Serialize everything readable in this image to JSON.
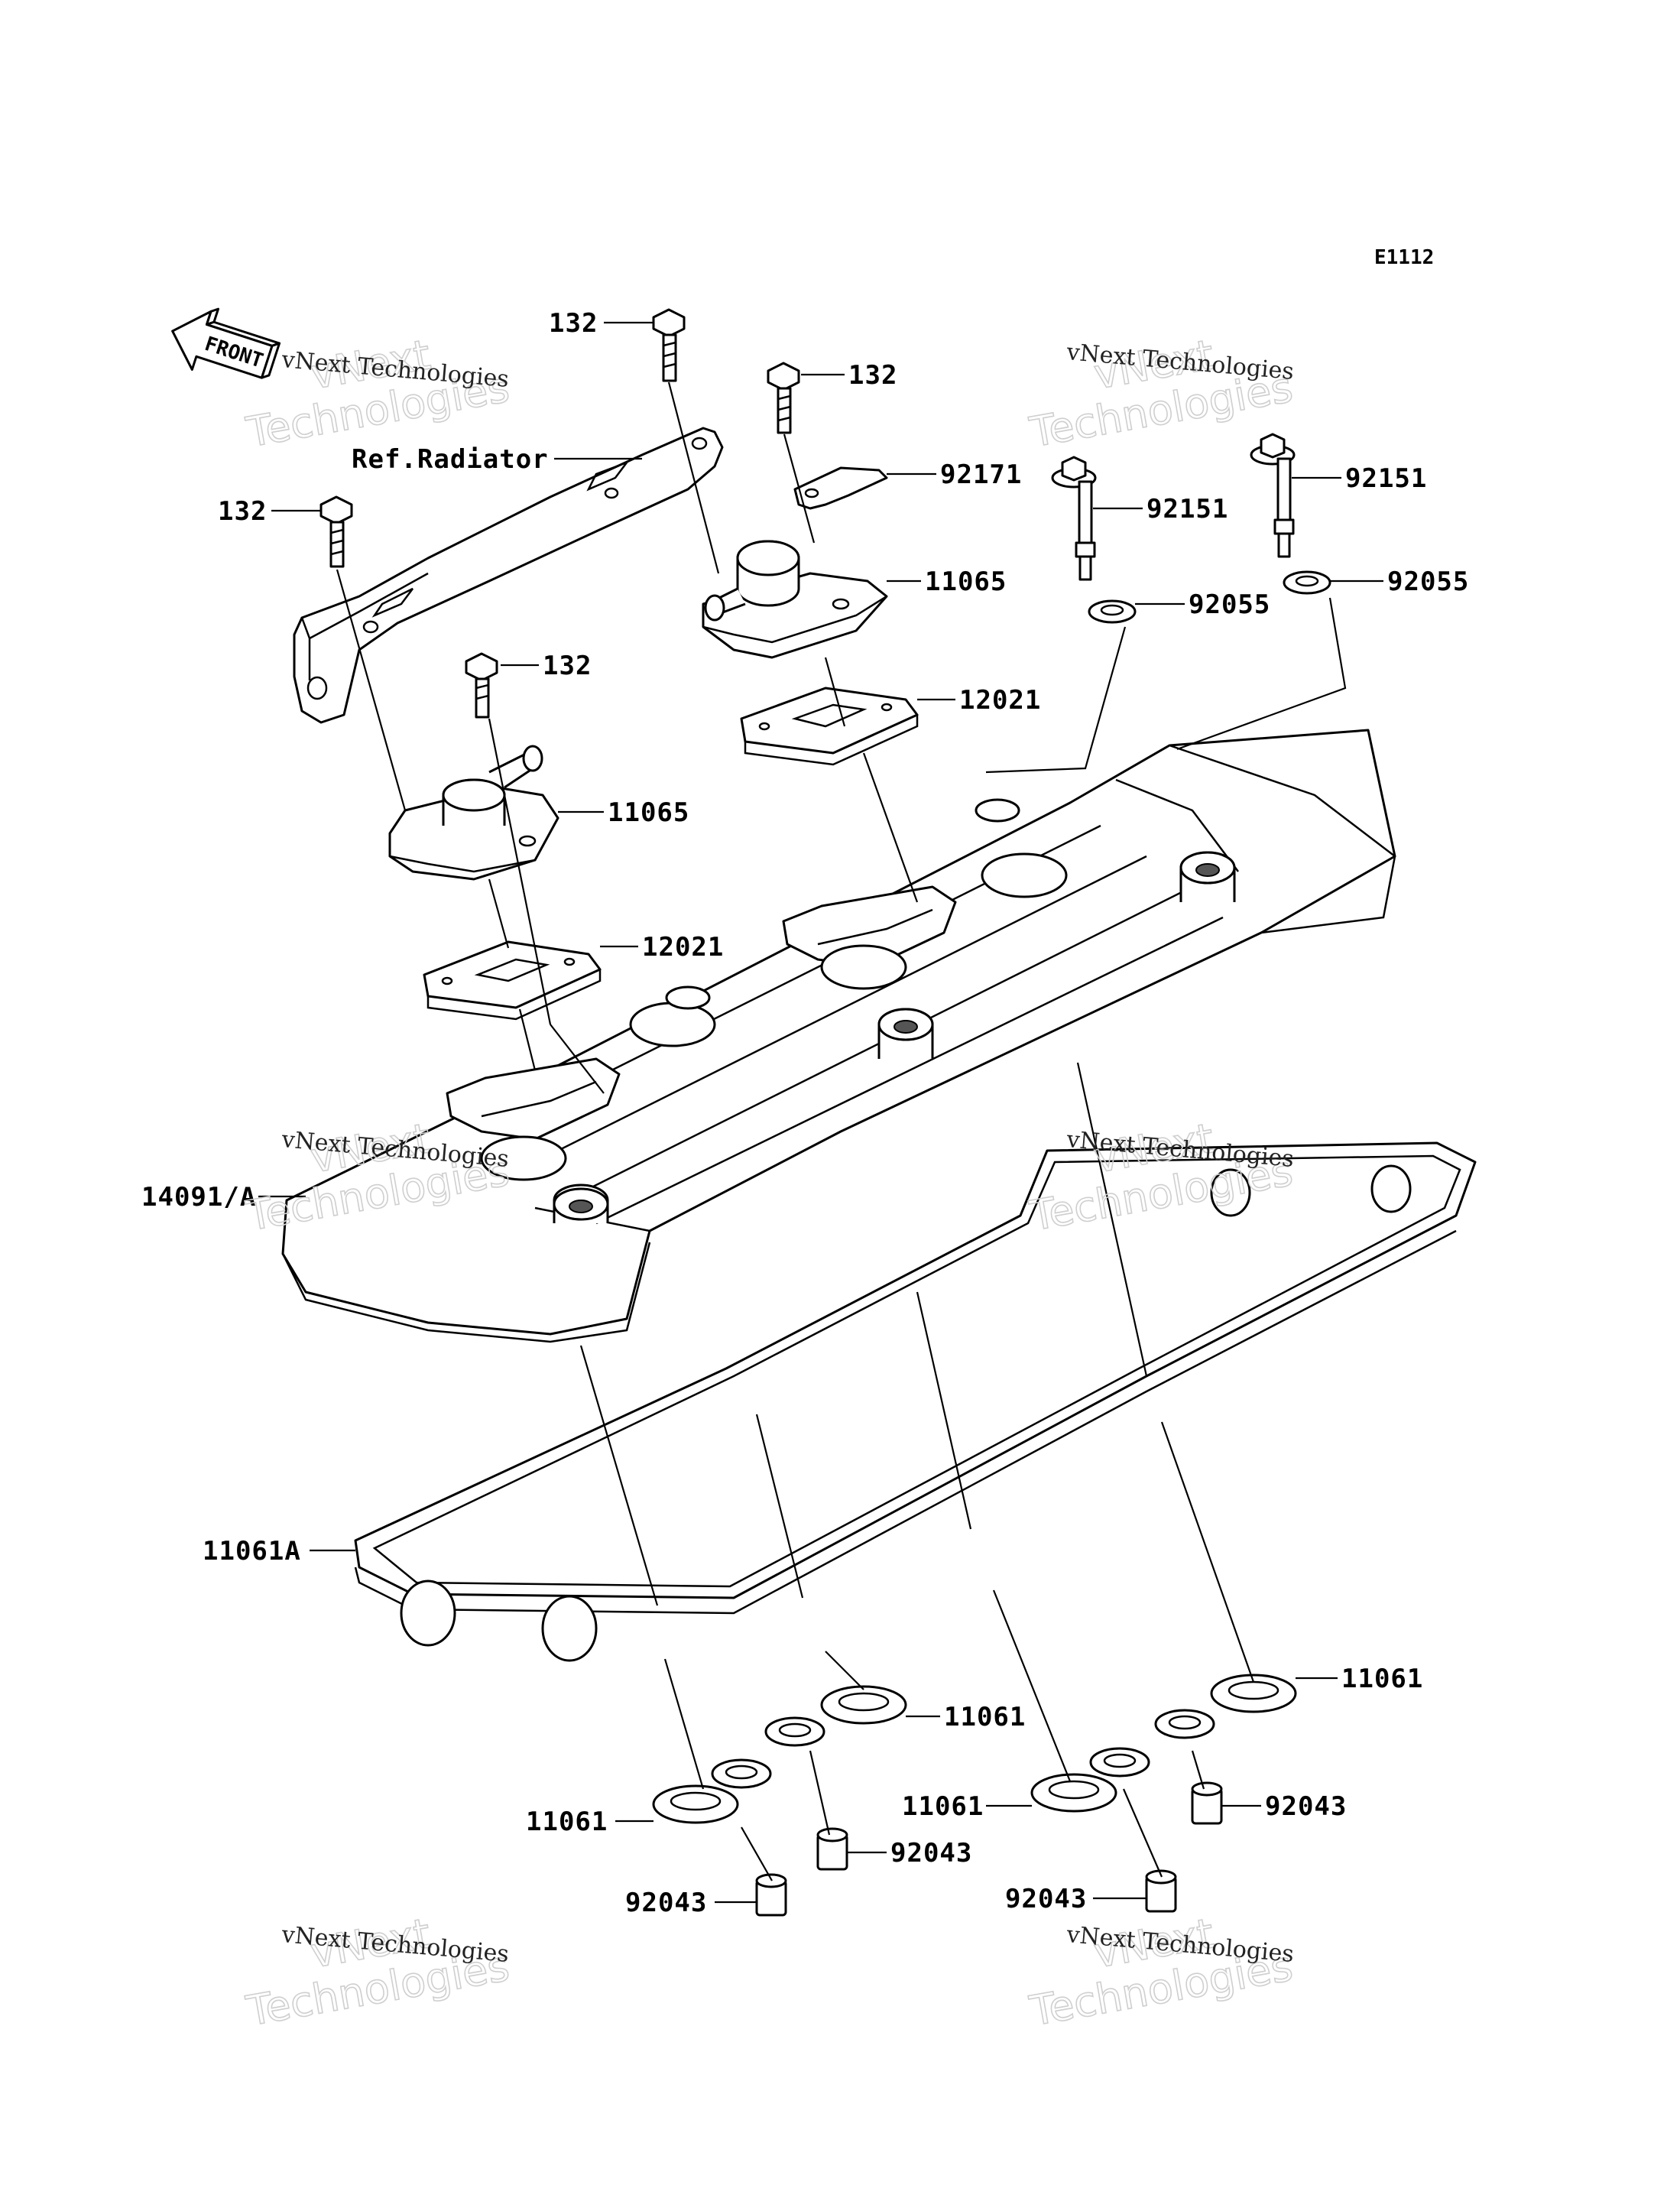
{
  "diagram_code": "E1112",
  "front_label": "FRONT",
  "watermark": {
    "line1": "vNext Technologies",
    "line2a": "vNext",
    "line2b": "Technologies"
  },
  "parts": [
    {
      "id": "p1",
      "label": "132"
    },
    {
      "id": "p2",
      "label": "132"
    },
    {
      "id": "p3",
      "label": "132"
    },
    {
      "id": "p4",
      "label": "132"
    },
    {
      "id": "p5",
      "label": "Ref.Radiator"
    },
    {
      "id": "p6",
      "label": "92171"
    },
    {
      "id": "p7",
      "label": "92151"
    },
    {
      "id": "p8",
      "label": "92151"
    },
    {
      "id": "p9",
      "label": "92055"
    },
    {
      "id": "p10",
      "label": "92055"
    },
    {
      "id": "p11",
      "label": "11065"
    },
    {
      "id": "p12",
      "label": "11065"
    },
    {
      "id": "p13",
      "label": "12021"
    },
    {
      "id": "p14",
      "label": "12021"
    },
    {
      "id": "p15",
      "label": "14091/A"
    },
    {
      "id": "p16",
      "label": "11061A"
    },
    {
      "id": "p17",
      "label": "11061"
    },
    {
      "id": "p18",
      "label": "11061"
    },
    {
      "id": "p19",
      "label": "11061"
    },
    {
      "id": "p20",
      "label": "11061"
    },
    {
      "id": "p21",
      "label": "92043"
    },
    {
      "id": "p22",
      "label": "92043"
    },
    {
      "id": "p23",
      "label": "92043"
    },
    {
      "id": "p24",
      "label": "92043"
    }
  ]
}
